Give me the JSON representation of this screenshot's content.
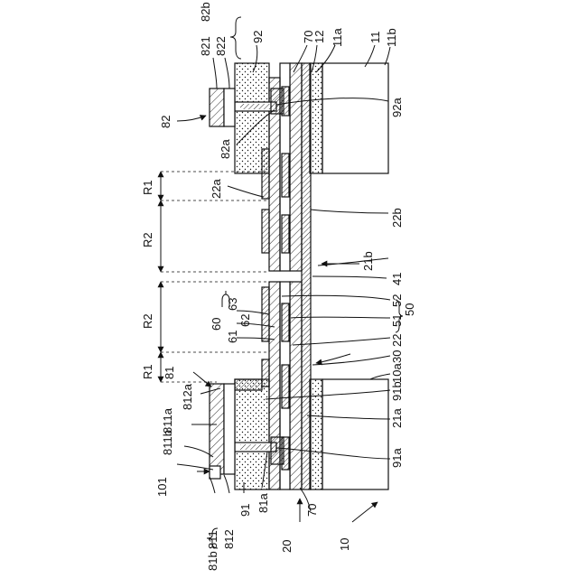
{
  "labels": {
    "n10": "10",
    "n10a": "10a",
    "n11": "11",
    "n11a": "11a",
    "n11b": "11b",
    "n12": "12",
    "n20": "20",
    "n21a": "21a",
    "n21b": "21b",
    "n22": "22",
    "n22a": "22a",
    "n22b": "22b",
    "n30": "30",
    "n41": "41",
    "n50": "50",
    "n51": "51",
    "n52": "52",
    "n60": "60",
    "n61": "61",
    "n62": "62",
    "n63": "63",
    "n70_top": "70",
    "n70_bot": "70",
    "n81": "81",
    "n81a": "81a",
    "n81b": "81b",
    "n81b_brace": "81b",
    "n811": "811",
    "n811a": "811a",
    "n811b": "811b",
    "n812": "812",
    "n812a": "812a",
    "n82": "82",
    "n82a": "82a",
    "n82b": "82b",
    "n821": "821",
    "n822": "822",
    "n91": "91",
    "n91a": "91a",
    "n91b": "91b",
    "n92": "92",
    "n92a": "92a",
    "n101": "101",
    "r1_top": "R1",
    "r2_top": "R2",
    "r2_bot": "R2",
    "r1_bot": "R1"
  },
  "colors": {
    "ink": "#111111",
    "background": "#ffffff"
  }
}
